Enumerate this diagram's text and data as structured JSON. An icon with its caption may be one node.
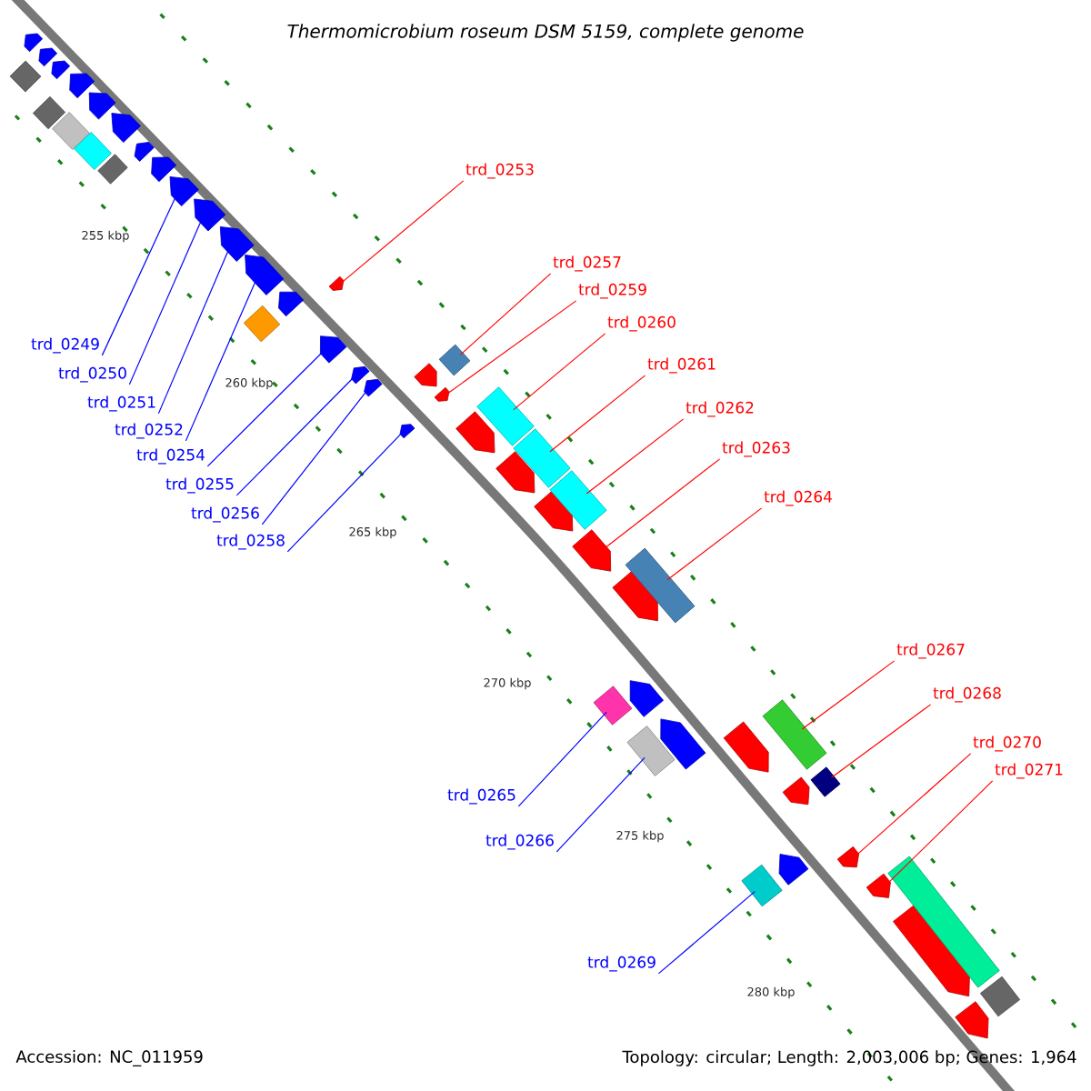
{
  "diagram": {
    "title": "Thermomicrobium roseum DSM 5159, complete genome",
    "nodes": [
      {
        "text": [
          "trd_0249"
        ]
      },
      {
        "text": [
          "trd_0250"
        ]
      },
      {
        "text": [
          "trd_0251"
        ]
      },
      {
        "text": [
          "trd_0252"
        ]
      },
      {
        "text": [
          "trd_0253"
        ]
      },
      {
        "text": [
          "trd_0254"
        ]
      },
      {
        "text": [
          "trd_0255"
        ]
      },
      {
        "text": [
          "trd_0256"
        ]
      },
      {
        "text": [
          "trd_0257"
        ]
      },
      {
        "text": [
          "trd_0258"
        ]
      },
      {
        "text": [
          "trd_0259"
        ]
      },
      {
        "text": [
          "trd_0260"
        ]
      },
      {
        "text": [
          "trd_0261"
        ]
      },
      {
        "text": [
          "trd_0262"
        ]
      },
      {
        "text": [
          "trd_0263"
        ]
      },
      {
        "text": [
          "trd_0264"
        ]
      },
      {
        "text": [
          "trd_0265"
        ]
      },
      {
        "text": [
          "trd_0266"
        ]
      },
      {
        "text": [
          "trd_0267"
        ]
      },
      {
        "text": [
          "trd_0268"
        ]
      },
      {
        "text": [
          "trd_0269"
        ]
      },
      {
        "text": [
          "trd_0270"
        ]
      },
      {
        "text": [
          "trd_0271"
        ]
      },
      {
        "text": [],
        "shape": "diamond"
      },
      {
        "text": [],
        "shape": "pentagon"
      },
      {
        "text": [],
        "shape": "pentagon"
      },
      {
        "text": [],
        "shape": "diamond"
      },
      {
        "text": [],
        "shape": "pentagon"
      },
      {
        "text": [],
        "shape": "diamond"
      },
      {
        "text": [],
        "shape": "pentagon"
      },
      {
        "text": [],
        "shape": "diamond"
      },
      {
        "text": [],
        "shape": "pentagon"
      },
      {
        "text": [],
        "shape": "diamond"
      },
      {
        "text": [],
        "shape": "pentagon"
      },
      {
        "text": [],
        "shape": "pentagon"
      },
      {
        "text": [],
        "shape": "pentagon"
      },
      {
        "text": [],
        "shape": "pentagon"
      },
      {
        "text": [],
        "shape": "pentagon"
      },
      {
        "text": [],
        "shape": "pentagon"
      },
      {
        "text": [],
        "shape": "pentagon"
      },
      {
        "text": [],
        "shape": "diamond"
      },
      {
        "text": [],
        "shape": "pentagon"
      },
      {
        "text": [],
        "shape": "pentagon"
      },
      {
        "text": [],
        "shape": "pentagon"
      },
      {
        "text": [],
        "shape": "pentagon"
      },
      {
        "text": [],
        "shape": "pentagon"
      },
      {
        "text": [],
        "shape": "pentagon"
      },
      {
        "text": [],
        "shape": "pentagon"
      },
      {
        "text": [],
        "shape": "pentagon"
      },
      {
        "text": [],
        "shape": "diamond"
      },
      {
        "text": [],
        "shape": "pentagon"
      },
      {
        "text": [],
        "shape": "box"
      },
      {
        "text": [],
        "shape": "pentagon"
      },
      {
        "text": [],
        "shape": "box"
      },
      {
        "text": [],
        "shape": "pentagon"
      },
      {
        "text": [],
        "shape": "box"
      },
      {
        "text": [],
        "shape": "pentagon"
      },
      {
        "text": [],
        "shape": "diamond"
      },
      {
        "text": [],
        "shape": "pentagon"
      },
      {
        "text": [],
        "shape": "pentagon"
      },
      {
        "text": [],
        "shape": "box"
      },
      {
        "text": [],
        "shape": "box"
      },
      {
        "text": [],
        "shape": "pentagon"
      },
      {
        "text": [],
        "shape": "pentagon"
      },
      {
        "text": [],
        "shape": "diamond"
      },
      {
        "text": [],
        "shape": "pentagon"
      },
      {
        "text": [],
        "shape": "box"
      },
      {
        "text": [],
        "shape": "pentagon"
      },
      {
        "text": [],
        "shape": "diamond"
      },
      {
        "text": [],
        "shape": "pentagon"
      },
      {
        "text": [],
        "shape": "pentagon"
      },
      {
        "text": [],
        "shape": "pentagon"
      },
      {
        "text": [],
        "shape": "box"
      },
      {
        "text": [],
        "shape": "pentagon"
      },
      {
        "text": [],
        "shape": "diamond"
      }
    ],
    "edges": [
      {
        "from": 0,
        "to": 36,
        "arrow": "none",
        "color": "#0000ff"
      },
      {
        "from": 1,
        "to": 37,
        "arrow": "none",
        "color": "#0000ff"
      },
      {
        "from": 2,
        "to": 38,
        "arrow": "none",
        "color": "#0000ff"
      },
      {
        "from": 3,
        "to": 39,
        "arrow": "none",
        "color": "#0000ff"
      },
      {
        "from": 4,
        "to": 43,
        "arrow": "none"
      },
      {
        "from": 5,
        "to": 42,
        "arrow": "none",
        "color": "#0000ff"
      },
      {
        "from": 6,
        "to": 44,
        "arrow": "none",
        "color": "#0000ff"
      },
      {
        "from": 7,
        "to": 45,
        "arrow": "none",
        "color": "#0000ff"
      },
      {
        "from": 8,
        "to": 49,
        "arrow": "none"
      },
      {
        "from": 9,
        "to": 46,
        "arrow": "none",
        "color": "#0000ff"
      },
      {
        "from": 10,
        "to": 48,
        "arrow": "none"
      },
      {
        "from": 11,
        "to": 51,
        "arrow": "none"
      },
      {
        "from": 12,
        "to": 53,
        "arrow": "none"
      },
      {
        "from": 13,
        "to": 55,
        "arrow": "none"
      },
      {
        "from": 14,
        "to": 56,
        "arrow": "none"
      },
      {
        "from": 15,
        "to": 61,
        "arrow": "none"
      },
      {
        "from": 16,
        "to": 57,
        "arrow": "none",
        "color": "#0000ff"
      },
      {
        "from": 17,
        "to": 60,
        "arrow": "none",
        "color": "#0000ff"
      },
      {
        "from": 18,
        "to": 66,
        "arrow": "none"
      },
      {
        "from": 19,
        "to": 68,
        "arrow": "none"
      },
      {
        "from": 20,
        "to": 64,
        "arrow": "none",
        "color": "#0000ff"
      },
      {
        "from": 21,
        "to": 69,
        "arrow": "none"
      },
      {
        "from": 22,
        "to": 70,
        "arrow": "none"
      }
    ],
    "labels": [
      "255 kbp",
      "260 kbp",
      "265 kbp",
      "270 kbp",
      "275 kbp",
      "280 kbp",
      "Accession: NC_011959",
      "Topology: circular; Length: 2,003,006 bp; Genes: 1,964"
    ]
  }
}
